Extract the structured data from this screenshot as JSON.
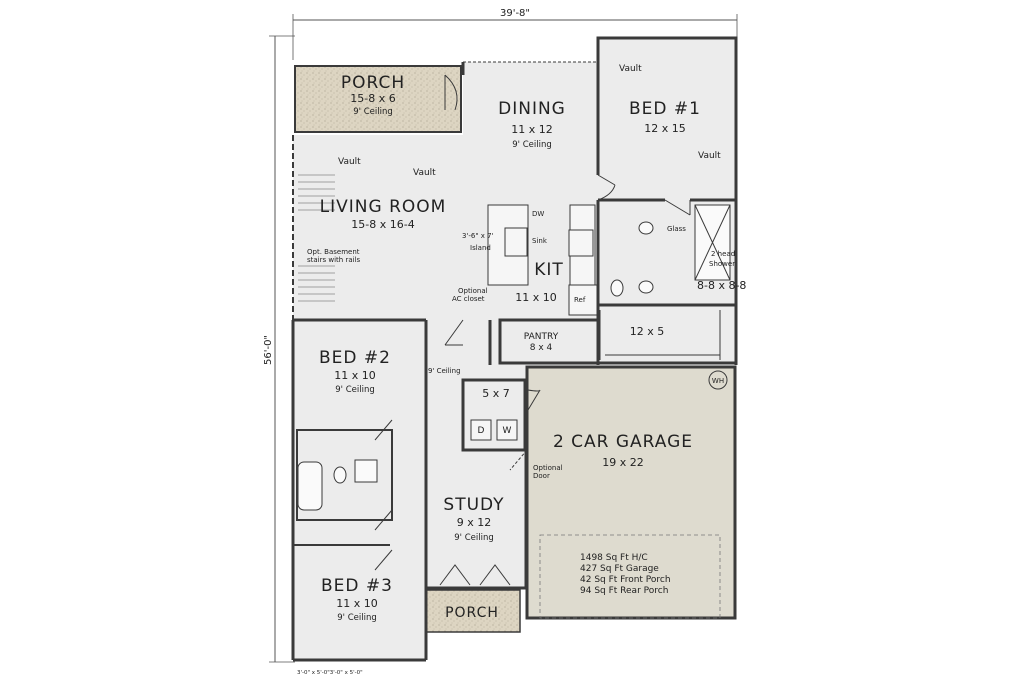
{
  "colors": {
    "floor": "#ececec",
    "porch": "#ddd5c2",
    "garage": "#dedbcf",
    "wall": "#3a3a3a"
  },
  "dimensions": {
    "width": "39'-8\"",
    "depth": "56'-0\"",
    "bottom_windows": "3'-0\" x 5'-0\"3'-0\" x 5'-0\""
  },
  "rooms": {
    "porch_rear": {
      "name": "PORCH",
      "dims": "15-8 x 6",
      "ceiling": "9' Ceiling"
    },
    "dining": {
      "name": "DINING",
      "dims": "11 x 12",
      "ceiling": "9' Ceiling"
    },
    "bed1": {
      "name": "BED #1",
      "dims": "12 x 15",
      "vault_a": "Vault",
      "vault_b": "Vault"
    },
    "living": {
      "name": "LIVING ROOM",
      "dims": "15-8 x 16-4",
      "vault_a": "Vault",
      "vault_b": "Vault",
      "stairs_note_1": "Opt. Basement",
      "stairs_note_2": "stairs with rails"
    },
    "kitchen": {
      "name": "KIT",
      "dims": "11 x 10",
      "island_1": "3'-6\" x 7'",
      "island_2": "Island",
      "dw": "DW",
      "sink": "Sink",
      "ref": "Ref"
    },
    "master_bath": {
      "glass": "Glass",
      "shower_1": "2 head",
      "shower_2": "Shower",
      "dims": "8-8 x 8-8"
    },
    "closet": {
      "dims": "12 x 5"
    },
    "pantry": {
      "name": "PANTRY",
      "dims": "8 x 4"
    },
    "ac_closet": {
      "line1": "Optional",
      "line2": "AC closet"
    },
    "bed2": {
      "name": "BED #2",
      "dims": "11 x 10",
      "ceiling": "9' Ceiling"
    },
    "hall": {
      "ceiling": "9' Ceiling"
    },
    "laundry": {
      "dims": "5 x 7",
      "d": "D",
      "w": "W"
    },
    "garage": {
      "name": "2 CAR GARAGE",
      "dims": "19 x 22",
      "wh": "WH",
      "door_1": "Optional",
      "door_2": "Door"
    },
    "study": {
      "name": "STUDY",
      "dims": "9 x 12",
      "ceiling": "9' Ceiling"
    },
    "bed3": {
      "name": "BED #3",
      "dims": "11 x 10",
      "ceiling": "9' Ceiling"
    },
    "porch_front": {
      "name": "PORCH"
    }
  },
  "stats": [
    "1498 Sq Ft H/C",
    "427 Sq Ft Garage",
    "42 Sq Ft Front Porch",
    "94 Sq Ft Rear Porch"
  ]
}
